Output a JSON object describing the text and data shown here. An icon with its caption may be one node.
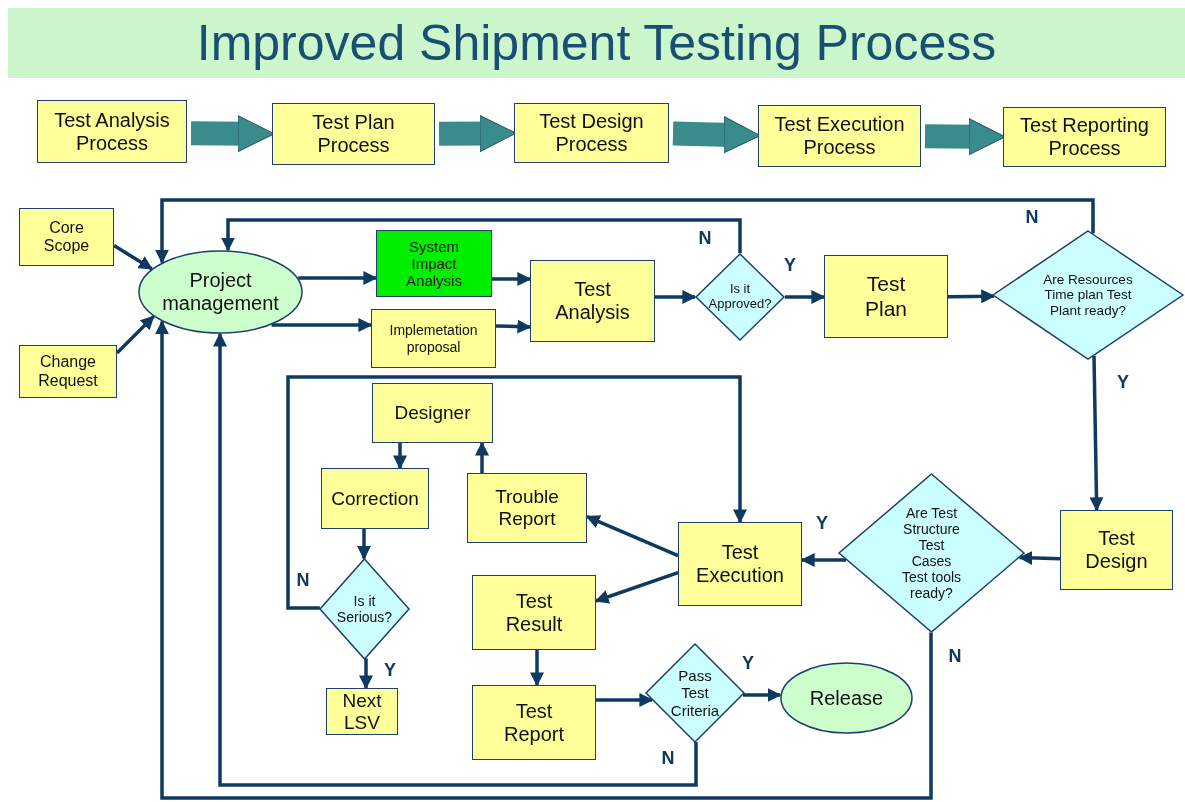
{
  "diagram": {
    "title": "Improved Shipment Testing Process",
    "nodes": [
      {
        "text": [
          "Test Analysis Process"
        ]
      },
      {
        "text": [
          "Test Plan Process"
        ]
      },
      {
        "text": [
          "Test Design Process"
        ]
      },
      {
        "text": [
          "Test Execution Process"
        ]
      },
      {
        "text": [
          "Test Reporting Process"
        ]
      },
      {
        "text": [
          "Core Scope"
        ]
      },
      {
        "text": [
          "Change Request"
        ]
      },
      {
        "text": [
          "Project management"
        ]
      },
      {
        "text": [
          "System Impact Analysis"
        ]
      },
      {
        "text": [
          "Implemetation proposal"
        ]
      },
      {
        "text": [
          "Test Analysis"
        ]
      },
      {
        "text": [
          "Is it Approved?"
        ]
      },
      {
        "text": [
          "Test Plan"
        ]
      },
      {
        "text": [
          "Are Resources Time plan Test Plant ready?"
        ]
      },
      {
        "text": [
          "Designer"
        ]
      },
      {
        "text": [
          "Correction"
        ]
      },
      {
        "text": [
          "Trouble Report"
        ]
      },
      {
        "text": [
          "Test Execution"
        ]
      },
      {
        "text": [
          "Test Design"
        ]
      },
      {
        "text": [
          "Are Test Structure Test Cases Test tools ready?"
        ]
      },
      {
        "text": [
          "Is it Serious?"
        ]
      },
      {
        "text": [
          "Test Result"
        ]
      },
      {
        "text": [
          "Next LSV"
        ]
      },
      {
        "text": [
          "Test Report"
        ]
      },
      {
        "text": [
          "Pass Test Criteria"
        ]
      },
      {
        "text": [
          "Release"
        ]
      }
    ],
    "edges": [
      {
        "from": 0,
        "to": 1,
        "arrow": "to",
        "style": "thick",
        "color": "#3a8c8c"
      },
      {
        "from": 1,
        "to": 2,
        "arrow": "to",
        "style": "thick",
        "color": "#3a8c8c"
      },
      {
        "from": 2,
        "to": 3,
        "arrow": "to",
        "style": "thick",
        "color": "#3a8c8c"
      },
      {
        "from": 3,
        "to": 4,
        "arrow": "to",
        "style": "thick",
        "color": "#3a8c8c"
      },
      {
        "from": 5,
        "to": 7,
        "arrow": "to"
      },
      {
        "from": 6,
        "to": 7,
        "arrow": "to"
      },
      {
        "from": 7,
        "to": 8,
        "arrow": "to"
      },
      {
        "from": 7,
        "to": 9,
        "arrow": "to"
      },
      {
        "from": 8,
        "to": 10,
        "arrow": "to"
      },
      {
        "from": 9,
        "to": 10,
        "arrow": "to"
      },
      {
        "from": 10,
        "to": 11,
        "arrow": "to"
      },
      {
        "from": 11,
        "to": 12,
        "arrow": "to",
        "label": "Y"
      },
      {
        "from": 11,
        "to": 7,
        "arrow": "to",
        "label": "N"
      },
      {
        "from": 12,
        "to": 13,
        "arrow": "to"
      },
      {
        "from": 13,
        "to": 7,
        "arrow": "to",
        "label": "N"
      },
      {
        "from": 13,
        "to": 18,
        "arrow": "to",
        "label": "Y"
      },
      {
        "from": 18,
        "to": 19,
        "arrow": "to"
      },
      {
        "from": 19,
        "to": 17,
        "arrow": "to",
        "label": "Y"
      },
      {
        "from": 19,
        "to": 7,
        "arrow": "to",
        "label": "N"
      },
      {
        "from": 17,
        "to": 16,
        "arrow": "to"
      },
      {
        "from": 17,
        "to": 21,
        "arrow": "to"
      },
      {
        "from": 16,
        "to": 14,
        "arrow": "to"
      },
      {
        "from": 14,
        "to": 15,
        "arrow": "to"
      },
      {
        "from": 15,
        "to": 20,
        "arrow": "to"
      },
      {
        "from": 20,
        "to": 22,
        "arrow": "to",
        "label": "Y"
      },
      {
        "from": 20,
        "to": 17,
        "arrow": "to",
        "label": "N"
      },
      {
        "from": 21,
        "to": 23,
        "arrow": "to"
      },
      {
        "from": 23,
        "to": 24,
        "arrow": "to"
      },
      {
        "from": 24,
        "to": 25,
        "arrow": "to",
        "label": "Y"
      },
      {
        "from": 24,
        "to": 7,
        "arrow": "to",
        "label": "N"
      }
    ]
  }
}
